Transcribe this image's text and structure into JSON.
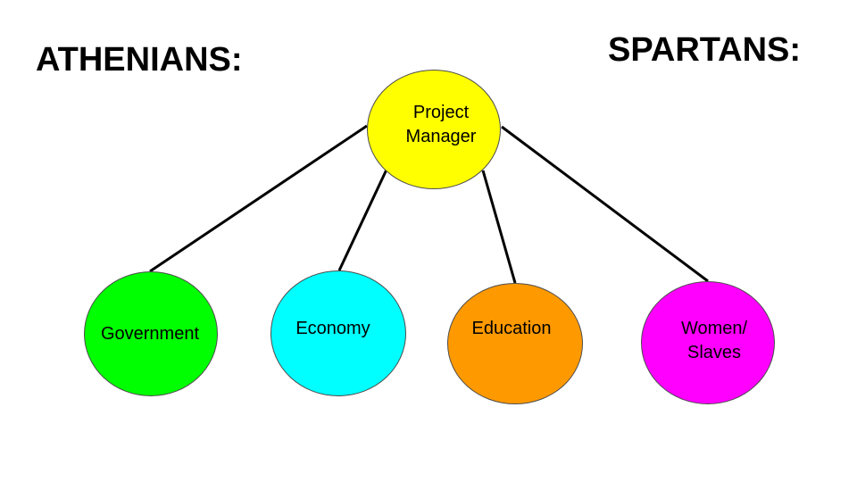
{
  "headings": {
    "left": "ATHENIANS:",
    "right": "SPARTANS:"
  },
  "nodes": {
    "project_manager": {
      "line1": "Project",
      "line2": "Manager",
      "color": "#ffff00"
    },
    "government": {
      "label": "Government",
      "color": "#00ff00"
    },
    "economy": {
      "label": "Economy",
      "color": "#00ffff"
    },
    "education": {
      "label": "Education",
      "color": "#ff9900"
    },
    "women_slaves": {
      "line1": "Women/",
      "line2": "Slaves",
      "color": "#ff00ff"
    }
  }
}
